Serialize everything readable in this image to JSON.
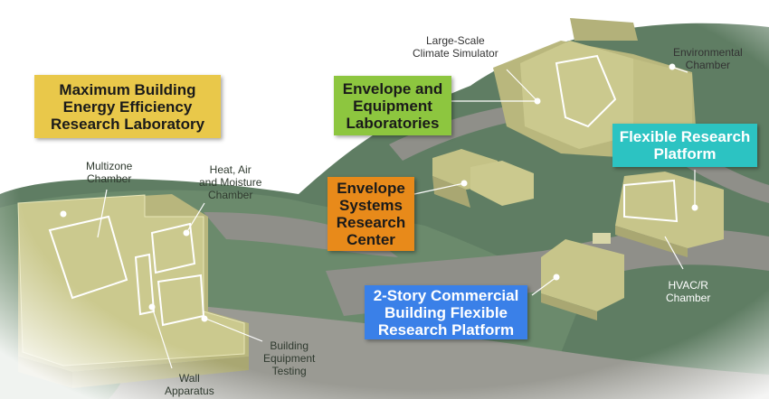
{
  "colors": {
    "yellow_box": "#e9c84a",
    "green_box": "#8dc63f",
    "cyan_box": "#2cc3c2",
    "orange_box": "#e88a1a",
    "blue_box": "#3a80e8",
    "building": "#c9c98a",
    "ground": "#5e7d62",
    "road": "#8e8e88"
  },
  "callouts": {
    "max_lab": {
      "lines": [
        "Maximum Building",
        "Energy Efficiency",
        "Research Laboratory"
      ]
    },
    "envelope_labs": {
      "lines": [
        "Envelope and",
        "Equipment",
        "Laboratories"
      ]
    },
    "flexible_platform": {
      "lines": [
        "Flexible Research",
        "Platform"
      ]
    },
    "envelope_center": {
      "lines": [
        "Envelope",
        "Systems",
        "Research",
        "Center"
      ]
    },
    "commercial_platform": {
      "lines": [
        "2-Story Commercial",
        "Building Flexible",
        "Research Platform"
      ]
    }
  },
  "labels": {
    "multizone": {
      "lines": [
        "Multizone",
        "Chamber"
      ]
    },
    "ham": {
      "lines": [
        "Heat, Air",
        "and Moisture",
        "Chamber"
      ]
    },
    "building_equipment": {
      "lines": [
        "Building",
        "Equipment",
        "Testing"
      ]
    },
    "wall": {
      "lines": [
        "Wall",
        "Apparatus"
      ]
    },
    "climate": {
      "lines": [
        "Large-Scale",
        "Climate Simulator"
      ]
    },
    "environmental": {
      "lines": [
        "Environmental",
        "Chamber"
      ]
    },
    "hvac": {
      "lines": [
        "HVAC/R",
        "Chamber"
      ]
    }
  }
}
